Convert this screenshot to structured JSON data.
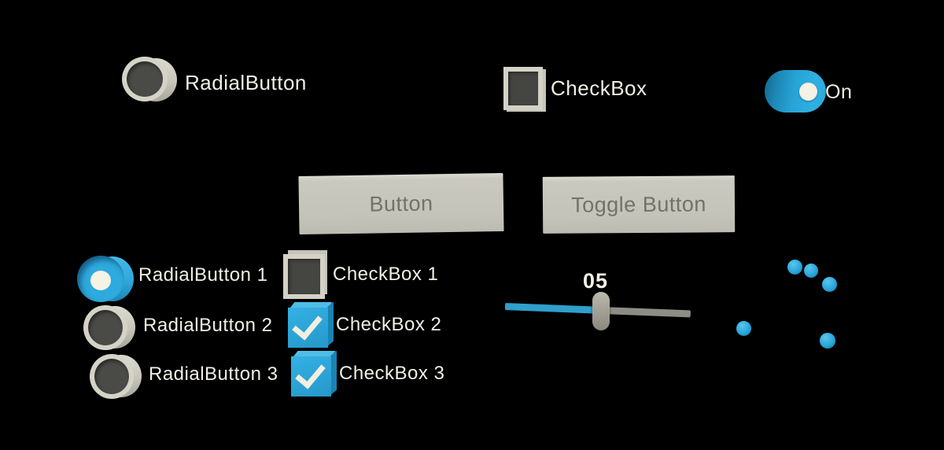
{
  "scene": {
    "background": "#000000"
  },
  "colors": {
    "accent_blue": "#29a7db",
    "silver": "#d4d2c6",
    "button_face": "#c4c3b9",
    "button_text": "#72726b",
    "label_text": "#f1efe4",
    "slider_fill": "#2f9fcc",
    "slider_track": "#8e8d85"
  },
  "top_row": {
    "radial_button": {
      "label": "RadialButton",
      "selected": false
    },
    "checkbox": {
      "label": "CheckBox",
      "checked": false
    },
    "toggle": {
      "label": "On",
      "on": true
    }
  },
  "push_buttons": {
    "button": "Button",
    "toggle_button": "Toggle Button"
  },
  "radial_group": {
    "items": [
      {
        "label": "RadialButton 1",
        "selected": true
      },
      {
        "label": "RadialButton 2",
        "selected": false
      },
      {
        "label": "RadialButton 3",
        "selected": false
      }
    ]
  },
  "checkbox_group": {
    "items": [
      {
        "label": "CheckBox 1",
        "checked": false
      },
      {
        "label": "CheckBox 2",
        "checked": true
      },
      {
        "label": "CheckBox 3",
        "checked": true
      }
    ]
  },
  "slider": {
    "value": "05"
  },
  "decor": {
    "sphere_icon_count": 5
  }
}
